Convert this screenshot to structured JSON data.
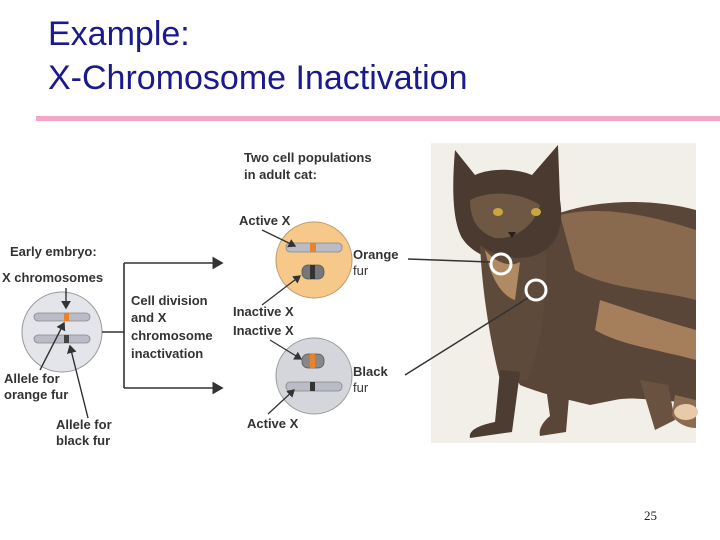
{
  "slide": {
    "title_line1": "Example:",
    "title_line2": "X-Chromosome Inactivation",
    "page_number": "25"
  },
  "diagram": {
    "heading_line1": "Two cell populations",
    "heading_line2": "in adult cat:",
    "early_embryo": "Early embryo:",
    "x_chromosomes": "X chromosomes",
    "cell_division_lines": [
      "Cell division",
      "and X",
      "chromosome",
      "inactivation"
    ],
    "active_x_top": "Active X",
    "inactive_x_1": "Inactive X",
    "inactive_x_2": "Inactive X",
    "active_x_bottom": "Active X",
    "orange_label": "Orange",
    "orange_fur": "fur",
    "black_label": "Black",
    "black_fur": "fur",
    "allele_orange_line1": "Allele for",
    "allele_orange_line2": "orange fur",
    "allele_black_line1": "Allele for",
    "allele_black_line2": "black fur"
  },
  "colors": {
    "title": "#1a1a8c",
    "rule": "#f4a6c9",
    "orange_cell": "#f6c98a",
    "gray_cell": "#d4d6dc",
    "orange_allele": "#e8832a"
  }
}
